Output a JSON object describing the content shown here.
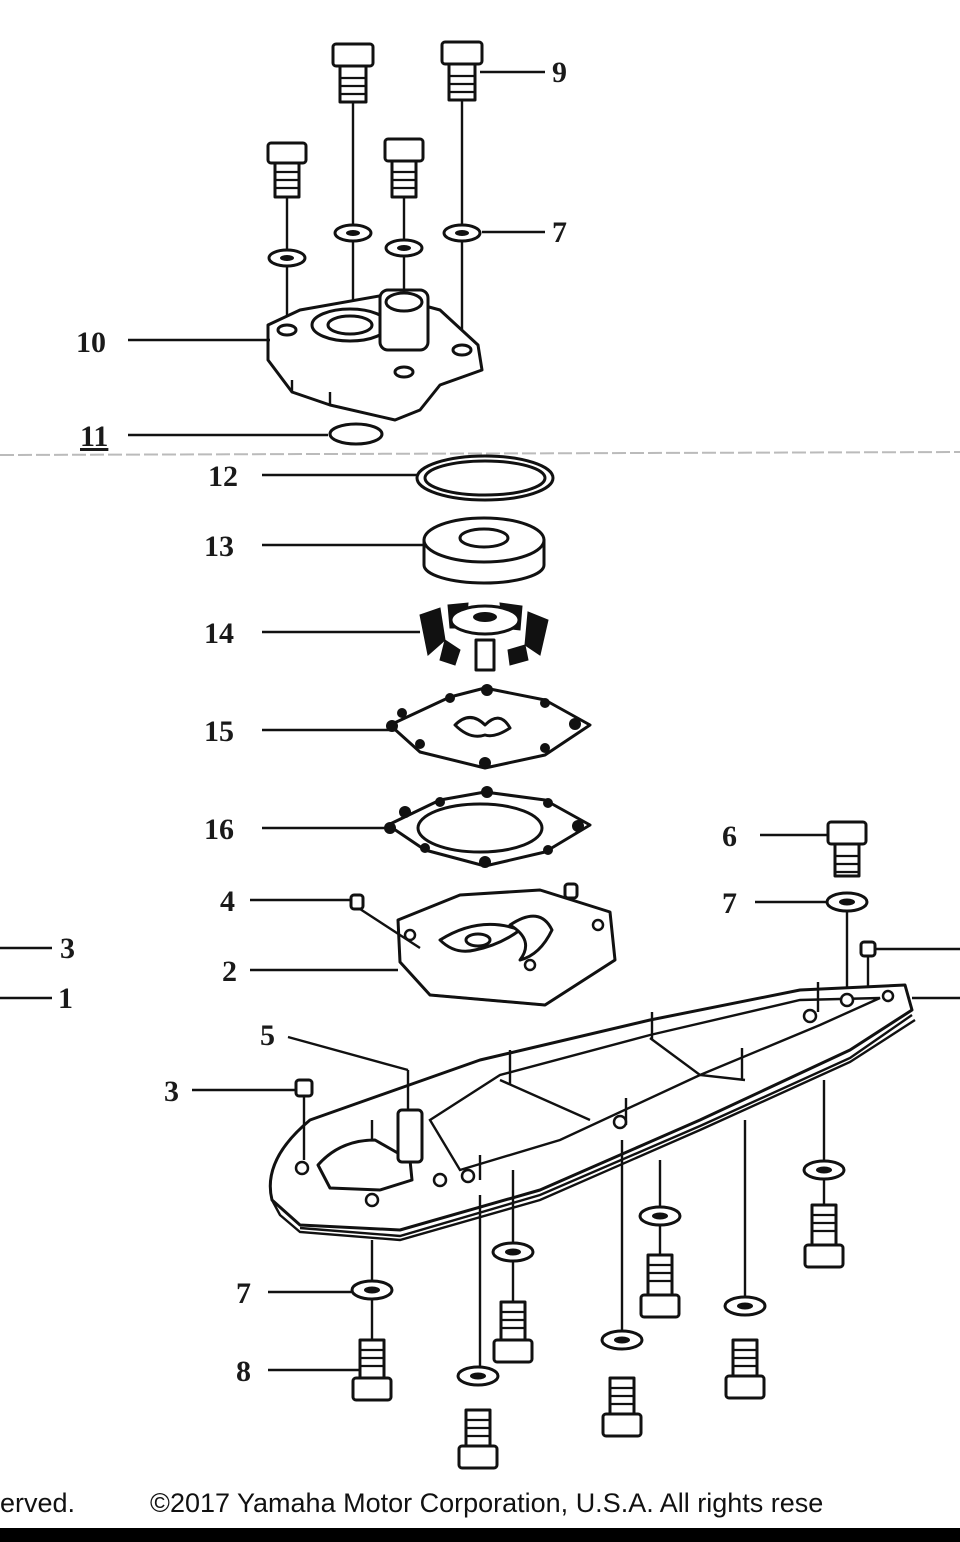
{
  "diagram": {
    "callouts": {
      "c1": "1",
      "c2": "2",
      "c3a": "3",
      "c3b": "3",
      "c4": "4",
      "c5": "5",
      "c6": "6",
      "c7a": "7",
      "c7b": "7",
      "c7c": "7",
      "c8": "8",
      "c9": "9",
      "c10": "10",
      "c11": "11",
      "c12": "12",
      "c13": "13",
      "c14": "14",
      "c15": "15",
      "c16": "16"
    }
  },
  "footer": {
    "copyright": "erved.          ©2017 Yamaha Motor Corporation, U.S.A. All rights rese"
  }
}
